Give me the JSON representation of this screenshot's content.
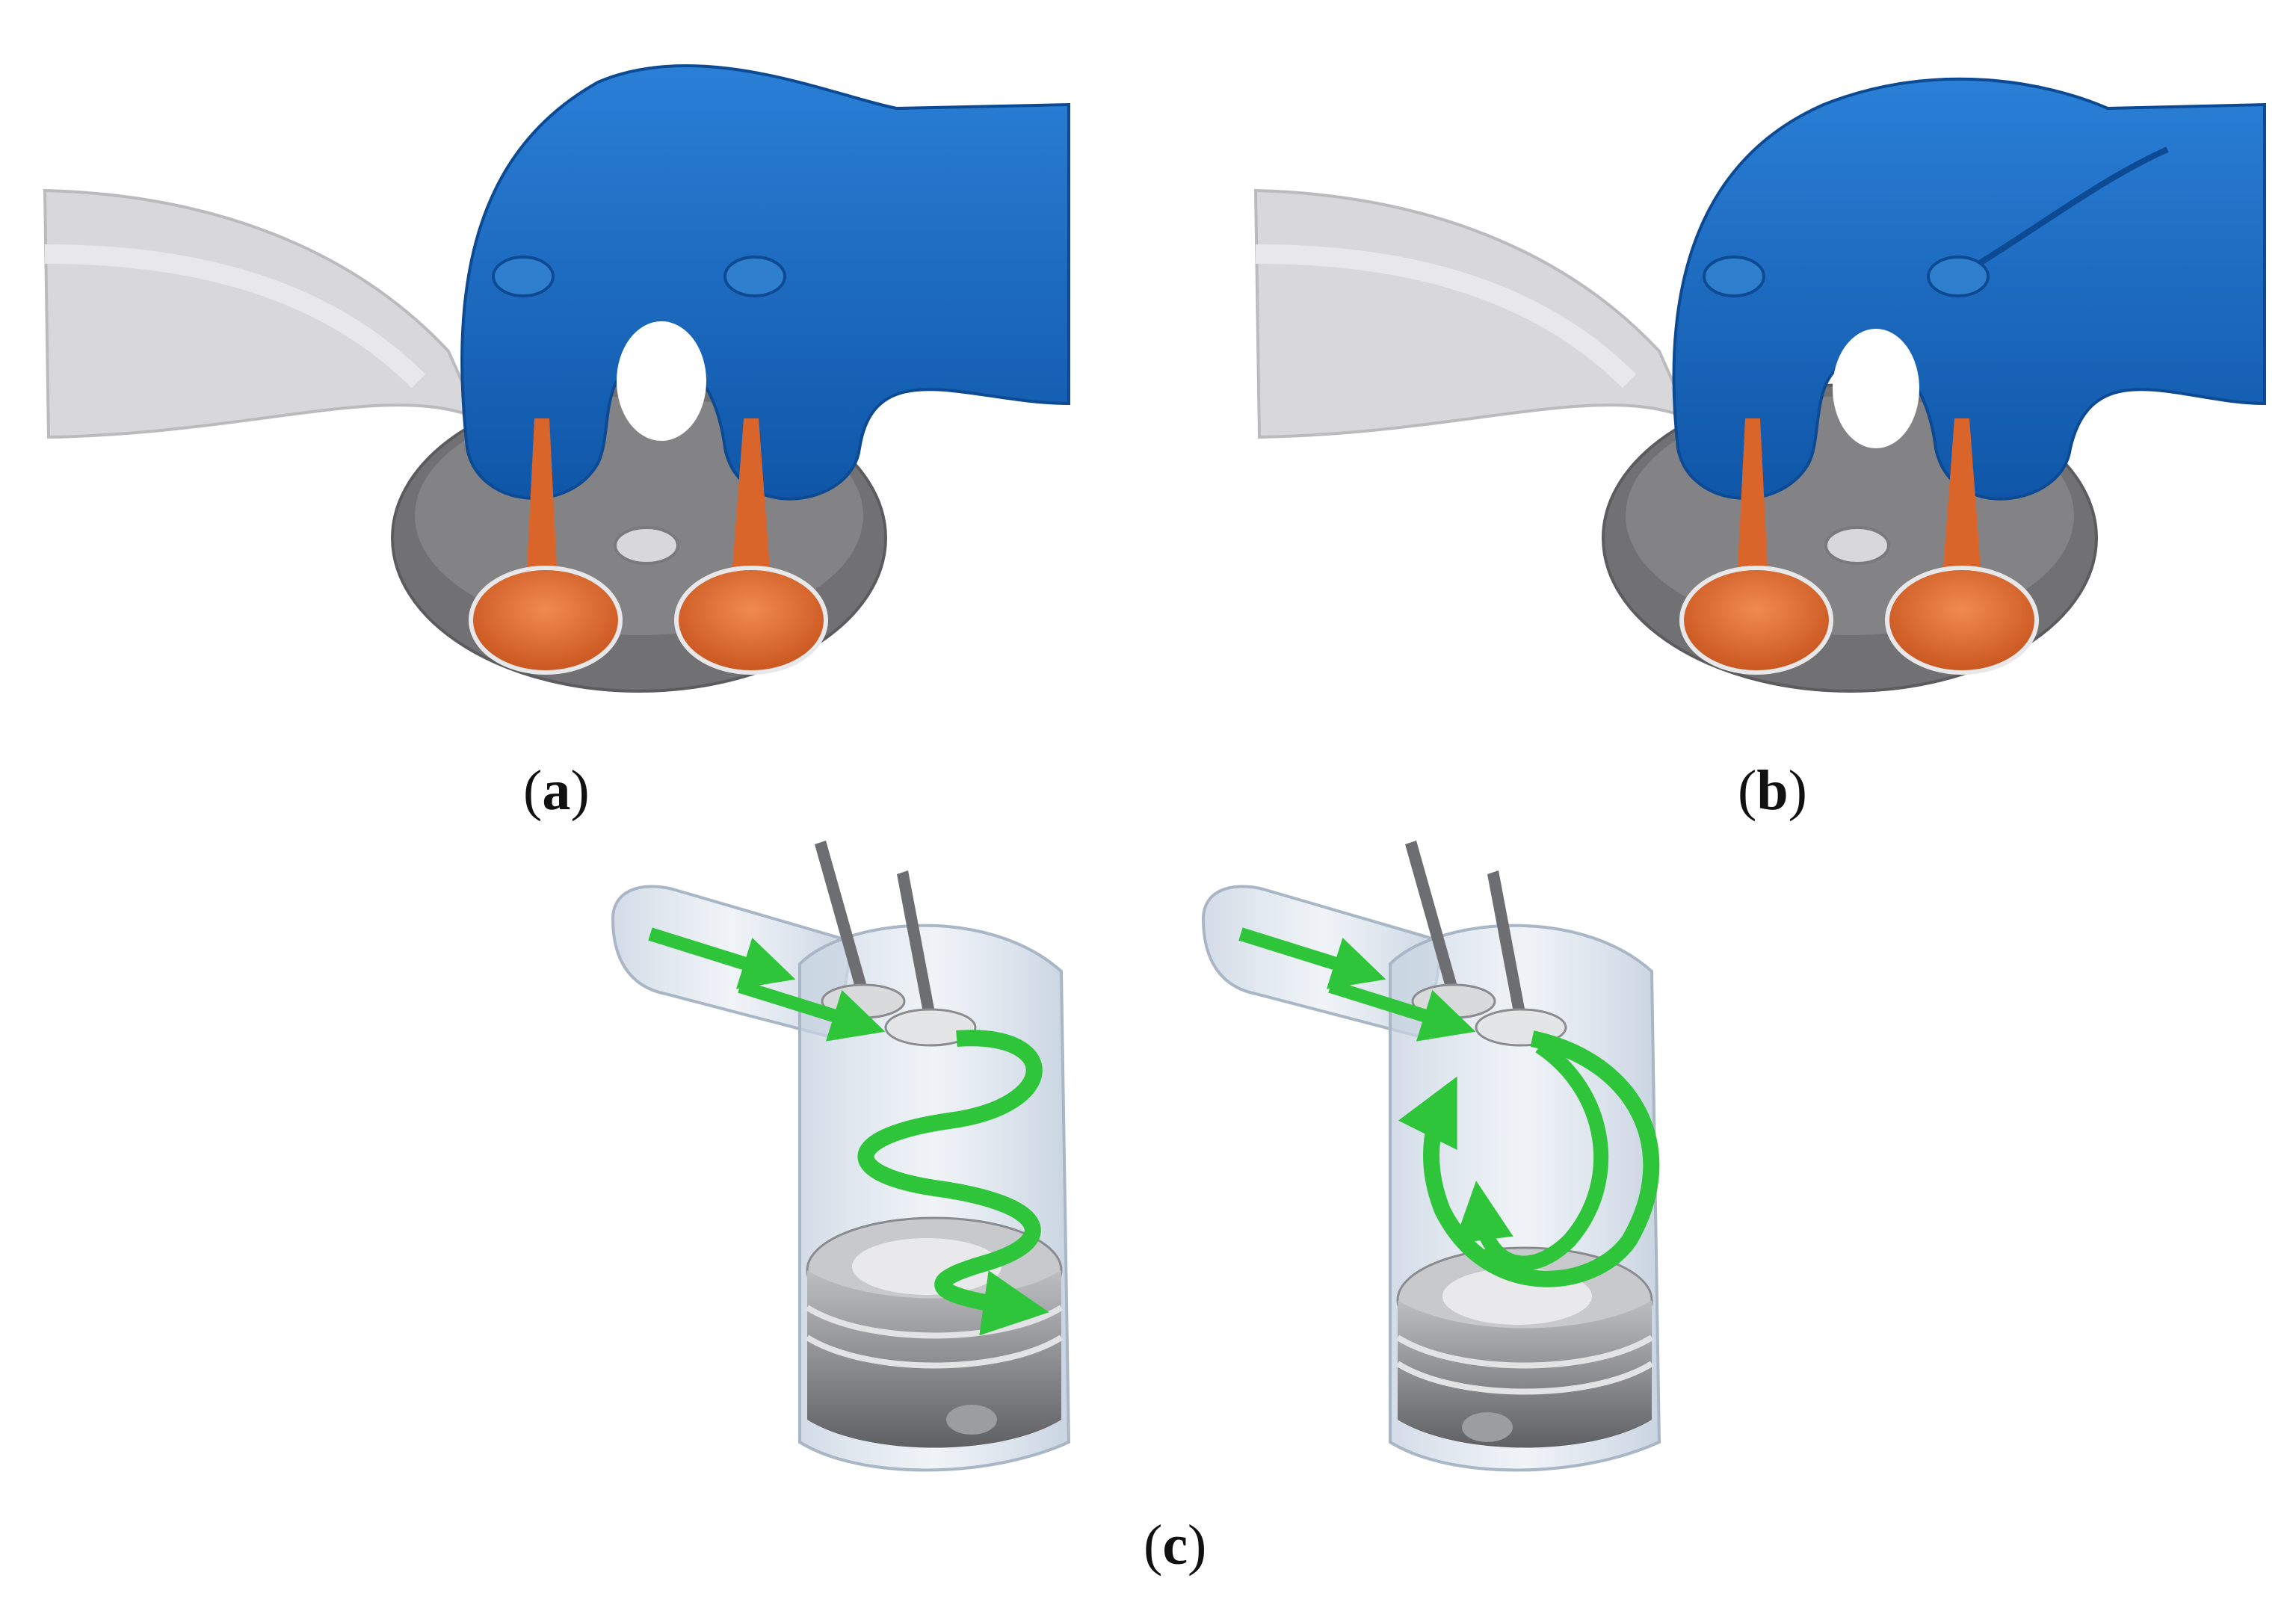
{
  "panels": [
    {
      "id": "a",
      "caption_open": "(",
      "caption_letter": "a",
      "caption_close": ")"
    },
    {
      "id": "b",
      "caption_open": "(",
      "caption_letter": "b",
      "caption_close": ")"
    },
    {
      "id": "c",
      "caption_open": "(",
      "caption_letter": "c",
      "caption_close": ")"
    }
  ],
  "colors": {
    "port_blue": "#1764b8",
    "port_blue_dark": "#0c4a93",
    "runner_grey": "#cfcfd1",
    "head_grey": "#6e6e70",
    "valve_orange": "#e2672e",
    "flow_green": "#2fc53a",
    "cylinder_glass": "#b9c8da",
    "piston_grey": "#8a8b8e"
  }
}
